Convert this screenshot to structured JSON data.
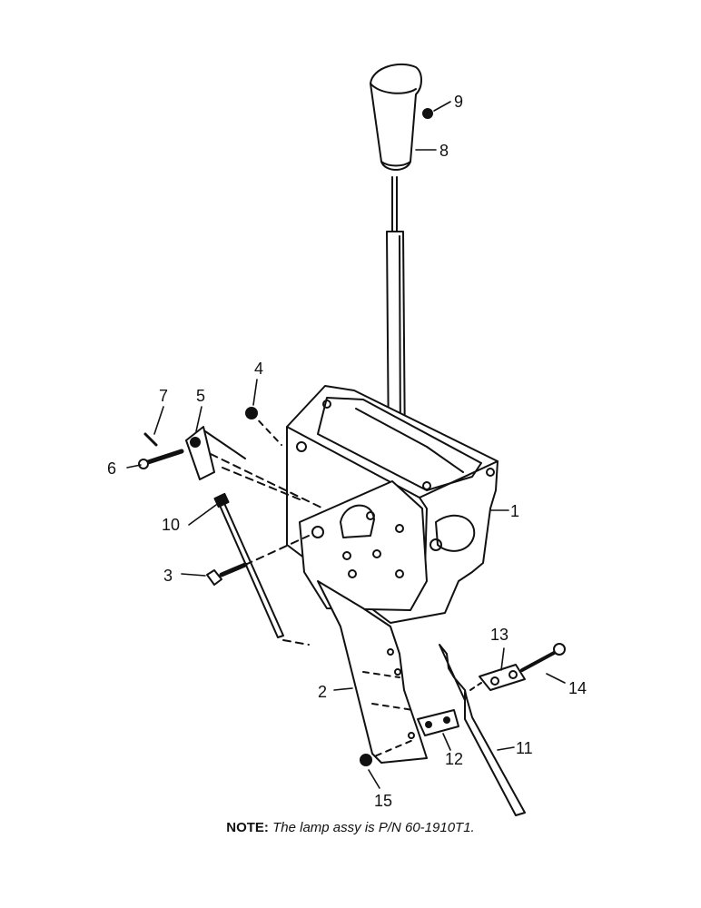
{
  "callouts": {
    "p1": "1",
    "p2": "2",
    "p3": "3",
    "p4": "4",
    "p5": "5",
    "p6": "6",
    "p7": "7",
    "p8": "8",
    "p9": "9",
    "p10": "10",
    "p11": "11",
    "p12": "12",
    "p13": "13",
    "p14": "14",
    "p15": "15"
  },
  "note": {
    "label": "NOTE:",
    "text": "The lamp assy is P/N 60-1910T1."
  }
}
